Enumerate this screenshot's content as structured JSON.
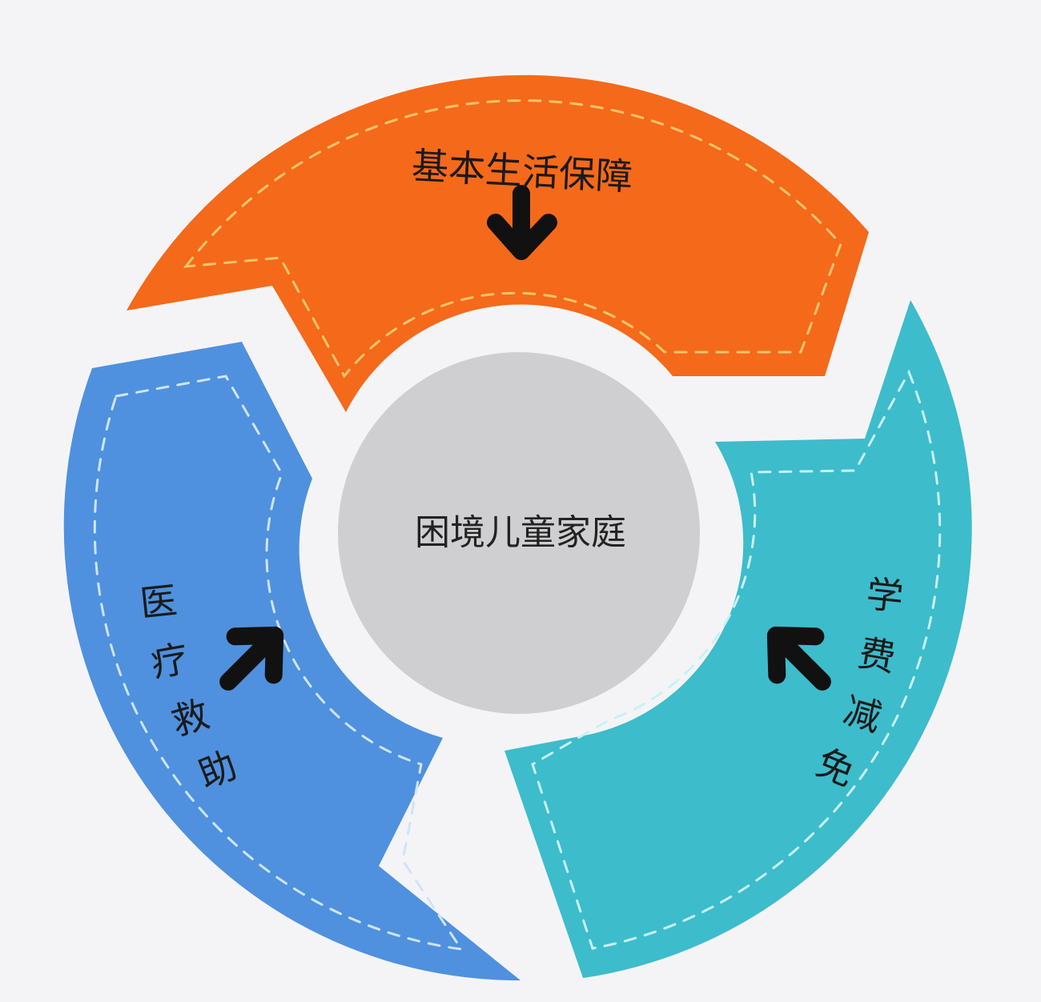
{
  "diagram": {
    "type": "cycle",
    "center": {
      "label": "困境儿童家庭",
      "color": "#cfcfd1"
    },
    "segments": [
      {
        "id": "basic-living",
        "label": "基本生活保障",
        "color": "#f5691a",
        "stitch_color": "#f7c569",
        "arrow": "arrow-down-icon",
        "position": "top"
      },
      {
        "id": "tuition",
        "label_chars": [
          "学",
          "费",
          "减",
          "免"
        ],
        "label": "学费减免",
        "color": "#3dbccc",
        "stitch_color": "#c9f1f5",
        "arrow": "arrow-up-left-icon",
        "position": "right"
      },
      {
        "id": "medical",
        "label_chars": [
          "医",
          "疗",
          "救",
          "助"
        ],
        "label": "医疗救助",
        "color": "#4f91de",
        "stitch_color": "#cfe4fb",
        "arrow": "arrow-up-right-icon",
        "position": "left"
      }
    ],
    "background": "#f4f4f6"
  }
}
